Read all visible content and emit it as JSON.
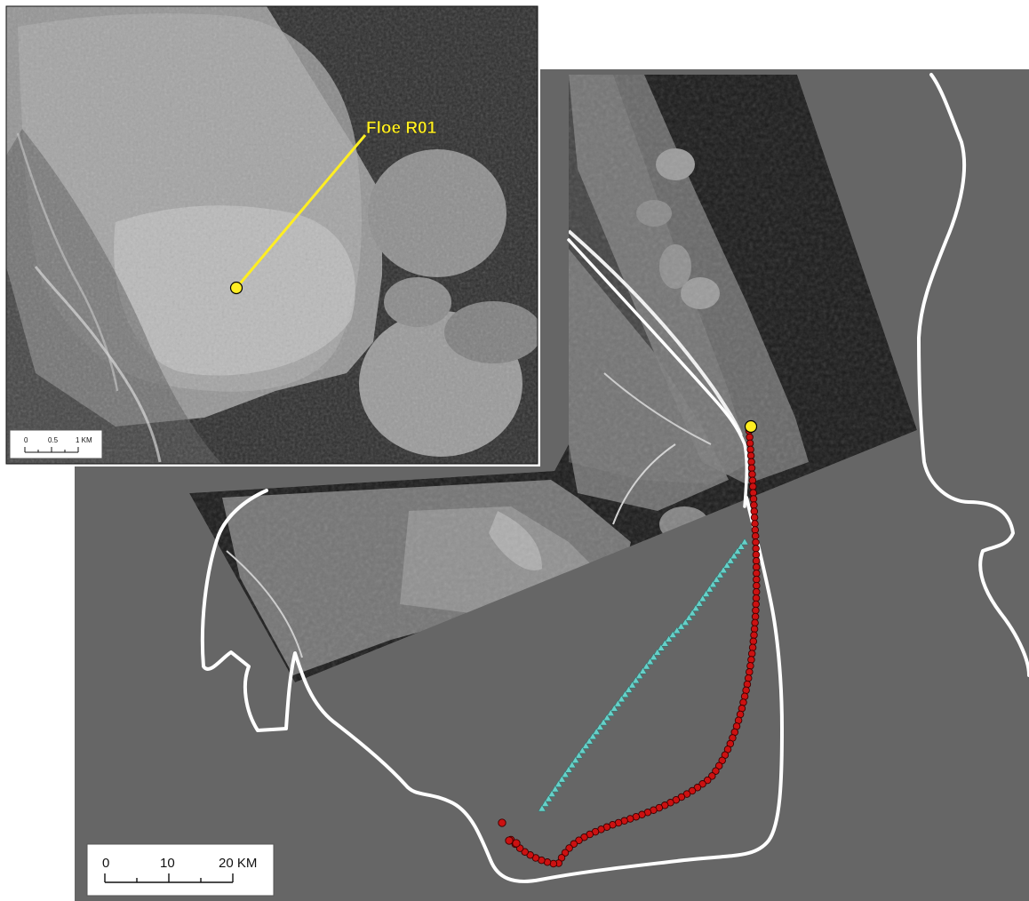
{
  "main_map": {
    "background_color": "#666666",
    "coastline_color": "#ffffff",
    "sar_image": "radar-backscatter-scene",
    "scale_bar": {
      "ticks": [
        "0",
        "10",
        "20 KM"
      ]
    }
  },
  "drift_tracks": [
    {
      "id": "floe-track",
      "color": "#cc1111",
      "marker": "circle-icon"
    },
    {
      "id": "reference-track",
      "color": "#66d0c8",
      "marker": "triangle-icon"
    }
  ],
  "highlight": {
    "color": "#ffee22",
    "marker": "circle-icon"
  },
  "inset_map": {
    "label": "Floe R01",
    "label_color": "#ffee22",
    "scale_bar": {
      "ticks": [
        "0",
        "0.5",
        "1 KM"
      ]
    }
  }
}
